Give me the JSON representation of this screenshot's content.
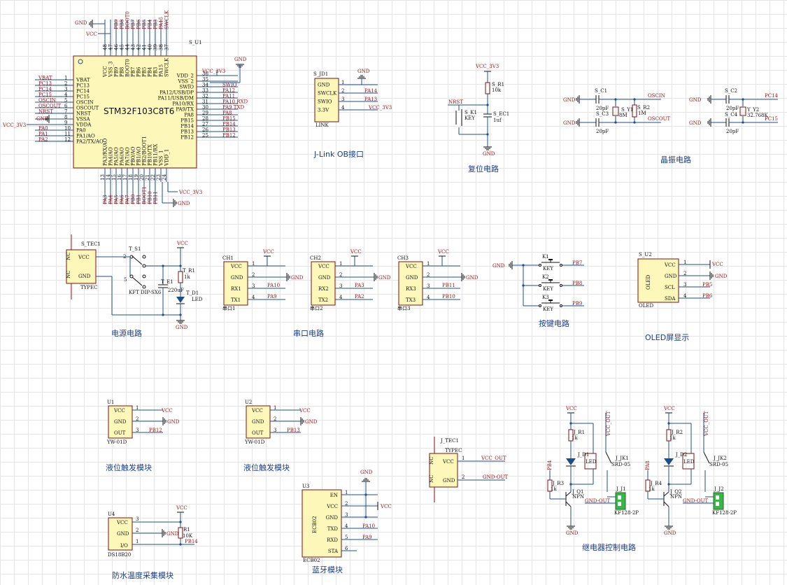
{
  "mcu": {
    "ref": "S_U1",
    "name": "STM32F103C8T6",
    "left_pins": [
      {
        "num": "1",
        "name": "VBAT",
        "net": "VBAT"
      },
      {
        "num": "2",
        "name": "PC13",
        "net": "PC13"
      },
      {
        "num": "3",
        "name": "PC14",
        "net": "PC14"
      },
      {
        "num": "4",
        "name": "PC15",
        "net": "PC15"
      },
      {
        "num": "5",
        "name": "OSCIN",
        "net": "OSCIN"
      },
      {
        "num": "6",
        "name": "OSCOUT",
        "net": "OSCOUT"
      },
      {
        "num": "7",
        "name": "NRST",
        "net": "NRST"
      },
      {
        "num": "8",
        "name": "VSSA",
        "net": "GND"
      },
      {
        "num": "9",
        "name": "VDDA",
        "net": "VCC_3V3"
      },
      {
        "num": "10",
        "name": "PA0",
        "net": "PA0"
      },
      {
        "num": "11",
        "name": "PA1/AO",
        "net": "PA1"
      },
      {
        "num": "12",
        "name": "PA2/TX/AO",
        "net": "PA2"
      }
    ],
    "right_pins": [
      {
        "num": "36",
        "name": "VDD_2",
        "net": "VCC_3V3"
      },
      {
        "num": "35",
        "name": "VSS_2",
        "net": ""
      },
      {
        "num": "34",
        "name": "SWIO",
        "net": "SWIO"
      },
      {
        "num": "33",
        "name": "PA12/USB/DP",
        "net": "PA12"
      },
      {
        "num": "32",
        "name": "PA11/USB/DM",
        "net": "PA11"
      },
      {
        "num": "31",
        "name": "PA10/RX",
        "net": "PA10 RXD"
      },
      {
        "num": "30",
        "name": "PA9/TX",
        "net": "PA9  TXD"
      },
      {
        "num": "29",
        "name": "PA8",
        "net": "PA8"
      },
      {
        "num": "28",
        "name": "PB15",
        "net": "PB15"
      },
      {
        "num": "27",
        "name": "PB14",
        "net": "PB14"
      },
      {
        "num": "26",
        "name": "PB13",
        "net": "PB13"
      },
      {
        "num": "25",
        "name": "PB12",
        "net": "PB12"
      }
    ],
    "top_pins": [
      {
        "num": "48",
        "name": "VCC"
      },
      {
        "num": "47",
        "name": "VSS_3"
      },
      {
        "num": "46",
        "name": "PB9"
      },
      {
        "num": "45",
        "name": "PB8"
      },
      {
        "num": "44",
        "name": "BOOT0"
      },
      {
        "num": "43",
        "name": "PB7"
      },
      {
        "num": "42",
        "name": "PB6"
      },
      {
        "num": "41",
        "name": "PB5"
      },
      {
        "num": "40",
        "name": "PB4"
      },
      {
        "num": "39",
        "name": "PB3"
      },
      {
        "num": "38",
        "name": "PA15"
      },
      {
        "num": "37",
        "name": "SWCLK"
      }
    ],
    "bottom_pins": [
      {
        "num": "13",
        "name": "PA3/RX/AO",
        "net": "PA3"
      },
      {
        "num": "14",
        "name": "PA4/AO",
        "net": "PA4"
      },
      {
        "num": "15",
        "name": "PA5/AO",
        "net": "PA5"
      },
      {
        "num": "16",
        "name": "PA6/AO",
        "net": "PA6"
      },
      {
        "num": "17",
        "name": "PA7/AO",
        "net": "PA7"
      },
      {
        "num": "18",
        "name": "PB0/AO",
        "net": "PB0"
      },
      {
        "num": "19",
        "name": "PB1/AO",
        "net": "PB1"
      },
      {
        "num": "20",
        "name": "PB2/BOOT1",
        "net": "BOOT1"
      },
      {
        "num": "21",
        "name": "PB10/TX",
        "net": "PB10"
      },
      {
        "num": "22",
        "name": "PB11/RX",
        "net": "PB11"
      },
      {
        "num": "23",
        "name": "VSS_1",
        "net": ""
      },
      {
        "num": "24",
        "name": "VDD_1",
        "net": ""
      }
    ]
  },
  "nets": {
    "gnd": "GND",
    "vcc": "VCC",
    "vcc3v3": "VCC_3V3",
    "vcc3v3_left": "VCC_3V3"
  },
  "jlink": {
    "ref": "S_JD1",
    "name": "LINK",
    "pins": [
      {
        "num": "1",
        "name": "GND",
        "net": ""
      },
      {
        "num": "2",
        "name": "SWCLK",
        "net": "PA14"
      },
      {
        "num": "3",
        "name": "SWIO",
        "net": "PA13"
      },
      {
        "num": "4",
        "name": "3.3V",
        "net": "VCC_3V3"
      }
    ],
    "title": "J-Link OB接口"
  },
  "reset": {
    "vcc": "VCC_3V3",
    "r_ref": "S_R1",
    "r_val": "10k",
    "nrst": "NRST",
    "key_ref": "S_K1",
    "key_val": "KEY",
    "c_ref": "S_EC1",
    "c_val": "1uf",
    "gnd": "GND",
    "title": "复位电路"
  },
  "crystal": {
    "c1_ref": "S_C1",
    "c1_val": "20pF",
    "c3_ref": "S_C3",
    "c3_val": "20pF",
    "y1_ref": "S_Y1",
    "y1_val": "8M",
    "r2_ref": "S_R2",
    "r2_val": "1M",
    "oscin": "OSCIN",
    "oscout": "OSCOUT",
    "c2_ref": "S_C2",
    "c2_val": "20pF",
    "c4_ref": "S_C4",
    "c4_val": "20pF",
    "y2_ref": "Y_Y2",
    "y2_val": "32.768K",
    "pc14": "PC14",
    "pc15": "PC15",
    "title": "晶振电路"
  },
  "power": {
    "conn_ref": "S_TEC1",
    "conn_name": "TYPEC",
    "pin_vcc": "VCC",
    "pin_gnd": "GND",
    "nc": "NC",
    "sw_ref": "T_S1",
    "sw_val": "KFT DIP-SX6",
    "r_ref": "T_R1",
    "r_val": "1k",
    "c_ref": "T_E1",
    "c_val": "220uF",
    "led_ref": "T_D1",
    "led_val": "LED",
    "vcc": "VCC",
    "gnd": "GND",
    "title": "电源电路"
  },
  "serial": {
    "ports": [
      {
        "ref": "CH1",
        "rx": "RX1",
        "tx": "TX1",
        "rx_net": "PA10",
        "tx_net": "PA9",
        "label": "串口1"
      },
      {
        "ref": "CH2",
        "rx": "RX2",
        "tx": "TX2",
        "rx_net": "PA3",
        "tx_net": "PA2",
        "label": "串口2"
      },
      {
        "ref": "CH3",
        "rx": "RX3",
        "tx": "TX3",
        "rx_net": "PB11",
        "tx_net": "PB10",
        "label": "串口3"
      }
    ],
    "vcc": "VCC",
    "gnd": "GND",
    "title": "串口电路"
  },
  "keys": {
    "gnd": "GND",
    "items": [
      {
        "ref": "K1",
        "val": "KEY",
        "net": "PB7"
      },
      {
        "ref": "K2",
        "val": "KEY",
        "net": "PB8"
      },
      {
        "ref": "K3",
        "val": "KEY",
        "net": "PB9"
      }
    ],
    "title": "按键电路"
  },
  "oled": {
    "ref": "S_U2",
    "name": "OLED",
    "label": "OLED",
    "pins": [
      {
        "num": "1",
        "name": "VCC",
        "net": "VCC"
      },
      {
        "num": "2",
        "name": "GND",
        "net": "GND"
      },
      {
        "num": "3",
        "name": "SCL",
        "net": "PB5"
      },
      {
        "num": "4",
        "name": "SDA",
        "net": "PB6"
      }
    ],
    "title": "OLED屏显示"
  },
  "liquid": [
    {
      "ref": "U1",
      "part": "YW-01D",
      "out_net": "PB12",
      "title": "液位触发模块"
    },
    {
      "ref": "U2",
      "part": "YW-01D",
      "out_net": "PB13",
      "title": "液位触发模块"
    }
  ],
  "module_pins": {
    "vcc": "VCC",
    "gnd": "GND",
    "out": "OUT",
    "io": "I/O"
  },
  "ds18b20": {
    "ref": "U4",
    "part": "DS18B20",
    "r_ref": "R1",
    "r_val": "10K",
    "net": "PB14",
    "title": "防水温度采集模块"
  },
  "bluetooth": {
    "ref": "U3",
    "part": "ECB02",
    "pins": [
      {
        "num": "1",
        "name": "EN",
        "net": ""
      },
      {
        "num": "2",
        "name": "VCC",
        "net": "VCC"
      },
      {
        "num": "3",
        "name": "GND",
        "net": ""
      },
      {
        "num": "4",
        "name": "TXD",
        "net": "PA10"
      },
      {
        "num": "5",
        "name": "RXD",
        "net": "PA9"
      },
      {
        "num": "6",
        "name": "STA",
        "net": ""
      }
    ],
    "title": "蓝牙模块"
  },
  "typec_out": {
    "ref": "J_TEC1",
    "name": "TYPEC",
    "vcc_net": "VCC_OUT",
    "gnd_net": "GND-OUT"
  },
  "relay": {
    "channels": [
      {
        "r1": "J_R1",
        "r1v": "1k",
        "d": "J_D1",
        "dv": "LED",
        "r3": "J_R3",
        "r3v": "1k",
        "q": "J_Q1",
        "qv": "NPN",
        "k": "J_JK1",
        "kv": "SRD-05",
        "j": "J_J1",
        "jv": "KF128-2P",
        "in": "PB4"
      },
      {
        "r1": "J_R2",
        "r1v": "1k",
        "d": "J_D2",
        "dv": "LED",
        "r3": "J_R4",
        "r3v": "1k",
        "q": "J_Q2",
        "qv": "NPN",
        "k": "J_JK2",
        "kv": "SRD-05",
        "j": "J_J2",
        "jv": "KF128-2P",
        "in": "PA8"
      }
    ],
    "vcc_out": "VCC_OUT",
    "gnd_out": "GND-OUT",
    "title": "继电器控制电路"
  }
}
